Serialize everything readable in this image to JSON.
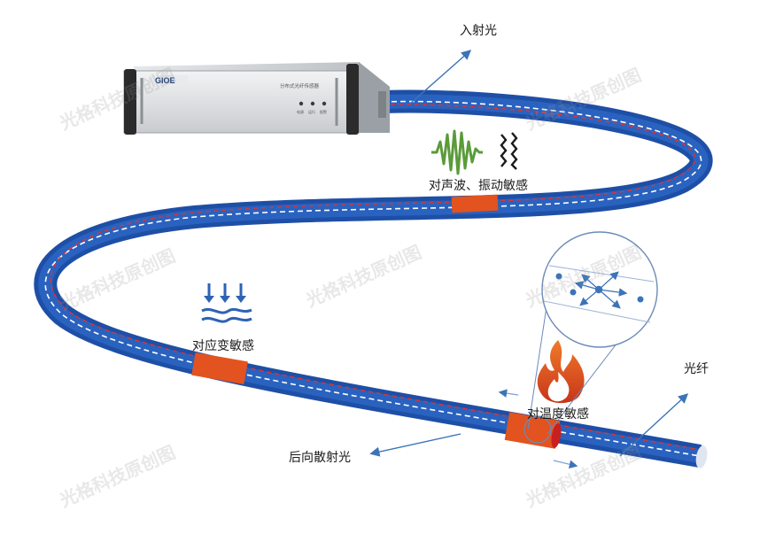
{
  "labels": {
    "incident_light": "入射光",
    "acoustic_vibration": "对声波、振动敏感",
    "strain": "对应变敏感",
    "temperature": "对温度敏感",
    "backscatter": "后向散射光",
    "fiber": "光纤"
  },
  "device": {
    "brand": "GIOE",
    "name": "分布式光纤传感器",
    "indicators": [
      "电源",
      "运行",
      "报警"
    ]
  },
  "watermark": "光格科技原创图",
  "colors": {
    "fiber_outer": "#1e4fa6",
    "fiber_inner": "#2a62bf",
    "sensor_band": "#e2531f",
    "red_dash": "#e0332f",
    "wave_green": "#5a9b3a",
    "water_blue": "#2f62b4",
    "flame_orange": "#e6501b",
    "arrow_blue": "#3b74b8"
  }
}
